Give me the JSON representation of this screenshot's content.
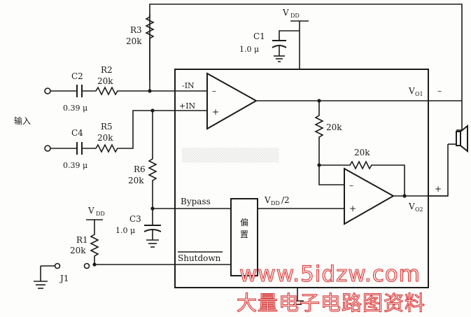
{
  "labels": {
    "vdd": "V",
    "vdd_sub": "DD",
    "c1": "C1",
    "c1_val": "1.0 μ",
    "r3": "R3",
    "r3_val": "20k",
    "c2": "C2",
    "c2_val": "0.39 μ",
    "r2": "R2",
    "r2_val": "20k",
    "c4": "C4",
    "c4_val": "0.39 μ",
    "r5": "R5",
    "r5_val": "20k",
    "input": "输入",
    "minus_in": "-IN",
    "plus_in": "+IN",
    "r6": "R6",
    "r6_val": "20k",
    "c3": "C3",
    "c3_val": "1.0 μ",
    "bypass": "Bypass",
    "shutdown": "Shutdown",
    "r1": "R1",
    "r1_val": "20k",
    "j1": "J1",
    "fb_res": "20k",
    "fb_res2": "20k",
    "vdd_half": "/2",
    "bias": "偏置",
    "vo1": "V",
    "vo1_sub": "O1",
    "vo2": "V",
    "vo2_sub": "O2",
    "minus": "–",
    "plus": "+",
    "op_minus": "–",
    "op_plus": "+"
  },
  "watermark": {
    "site": "www.5idzw.com",
    "name": "大量电子电路图资料"
  }
}
